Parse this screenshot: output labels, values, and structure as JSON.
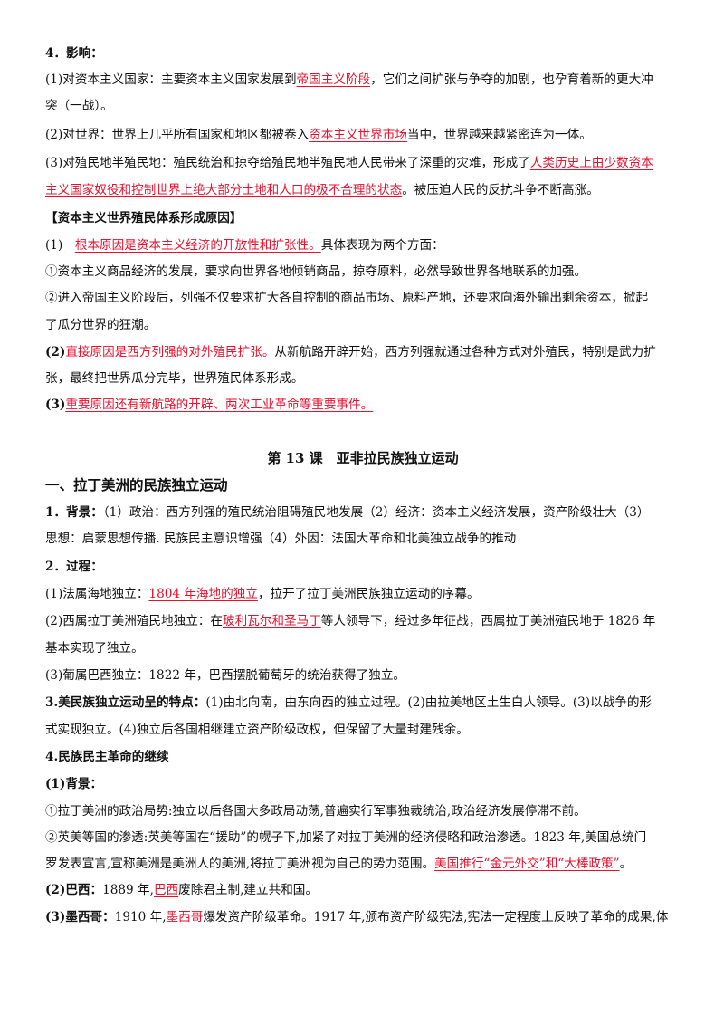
{
  "lines": {
    "l01": "4．影响：",
    "l02a": "(1)对资本主义国家：主要资本主义国家发展到",
    "l02r": "帝国主义阶段",
    "l02b": "，它们之间扩张与争夺的加剧，也孕育着新的更大冲",
    "l03": "突（一战）。",
    "l04a": "(2)对世界：世界上几乎所有国家和地区都被卷入",
    "l04r": "资本主义世界市场",
    "l04b": "当中，世界越来越紧密连为一体。",
    "l05a": "(3)对殖民地半殖民地：殖民统治和掠夺给殖民地半殖民地人民带来了深重的灾难，形成了",
    "l05r": "人类历史上由少数资本",
    "l06r": "主义国家奴役和控制世界上绝大部分土地和人口的极不合理的状态",
    "l06b": "。被压迫人民的反抗斗争不断高涨。",
    "l07": "【资本主义世界殖民体系形成原因】",
    "l08a": "(1)　",
    "l08r": "根本原因是资本主义经济的开放性和扩张性。",
    "l08b": "具体表现为两个方面：",
    "l09": "①资本主义商品经济的发展，要求向世界各地倾销商品，掠夺原料，必然导致世界各地联系的加强。",
    "l10": "②进入帝国主义阶段后，列强不仅要求扩大各自控制的商品市场、原料产地，还要求向海外输出剩余资本，掀起",
    "l11": "了瓜分世界的狂潮。",
    "l12a": "(2)",
    "l12r": "直接原因是西方列强的对外殖民扩张。",
    "l12b": "从新航路开辟开始，西方列强就通过各种方式对外殖民，特别是武力扩",
    "l13": "张，最终把世界瓜分完毕，世界殖民体系形成。",
    "l14a": "(3)",
    "l14r": "重要原因还有新航路的开辟、两次工业革命等重要事件。",
    "l15": "第 13 课　亚非拉民族独立运动",
    "l16": "一、拉丁美洲的民族独立运动",
    "l17a": "1．背景：",
    "l17b": "（1）政治：西方列强的殖民统治阻碍殖民地发展（2）经济：资本主义经济发展，资产阶级壮大（3）",
    "l18": "思想：启蒙思想传播. 民族民主意识增强（4）外因：法国大革命和北美独立战争的推动",
    "l19": "2．过程：",
    "l20a": "(1)法属海地独立：",
    "l20r": "1804 年海地的独立",
    "l20b": "，拉开了拉丁美洲民族独立运动的序幕。",
    "l21a": "(2)西属拉丁美洲殖民地独立：在",
    "l21r": "玻利瓦尔和圣马丁",
    "l21b": "等人领导下，经过多年征战，西属拉丁美洲殖民地于 1826 年",
    "l22": "基本实现了独立。",
    "l23": "(3)葡属巴西独立：1822 年，巴西摆脱葡萄牙的统治获得了独立。",
    "l24a": "3.美民族独立运动呈的特点：",
    "l24b": "(1)由北向南，由东向西的独立过程。(2)由拉美地区土生白人领导。(3)以战争的形",
    "l25": "式实现独立。(4)独立后各国相继建立资产阶级政权，但保留了大量封建残余。",
    "l26": "4.民族民主革命的继续",
    "l27": "(1)背景：",
    "l28": "①拉丁美洲的政治局势:独立以后各国大多政局动荡,普遍实行军事独裁统治,政治经济发展停滞不前。",
    "l29": "②英美等国的渗透:英美等国在“援助”的幌子下,加紧了对拉丁美洲的经济侵略和政治渗透。1823 年,美国总统门",
    "l30a": "罗发表宣言,宣称美洲是美洲人的美洲,将拉丁美洲视为自己的势力范围。",
    "l30r": "美国推行“金元外交”和“大棒政策”",
    "l30b": "。",
    "l31a": "(2)巴西：",
    "l31b": "1889 年,",
    "l31r": "巴西",
    "l31c": "废除君主制,建立共和国。",
    "l32a": "(3)墨西哥：",
    "l32b": "1910 年,",
    "l32r": "墨西哥",
    "l32c": "爆发资产阶级革命。1917 年,颁布资产阶级宪法,宪法一定程度上反映了革命的成果,体"
  },
  "colors": {
    "highlight": "#e8112d",
    "text": "#111111"
  }
}
